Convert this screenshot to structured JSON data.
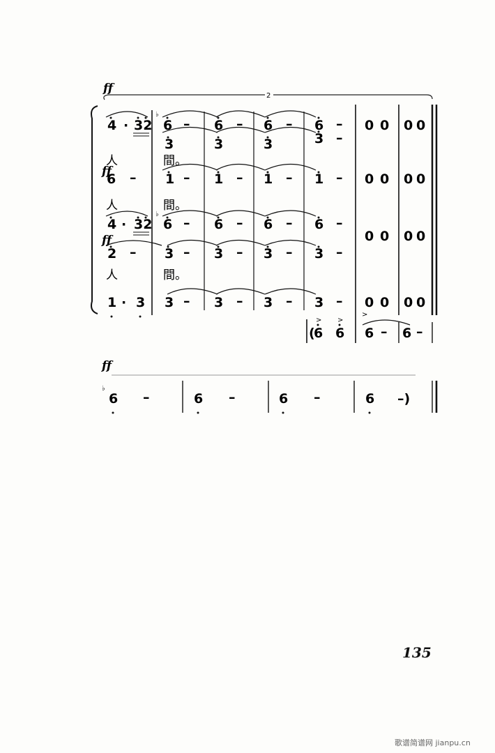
{
  "dynamics": {
    "ff": "ff",
    "repeat_count": "2"
  },
  "lyrics": {
    "ren": "人",
    "jian": "間。"
  },
  "accidental": {
    "flat": "♭",
    "accent": ">"
  },
  "group_label": "(",
  "systems": [
    {
      "name": "system-1",
      "rows": [
        {
          "name": "part-1-top",
          "notes": [
            "4",
            "·",
            "32",
            "6",
            "–",
            "6",
            "–",
            "6",
            "–",
            "6",
            "–",
            "0",
            "0",
            "0",
            "0"
          ]
        },
        {
          "name": "part-1-lower",
          "notes": [
            "3",
            "3",
            "3",
            "3",
            "–"
          ]
        },
        {
          "name": "part-2",
          "notes": [
            "6",
            "–",
            "1",
            "–",
            "1",
            "–",
            "1",
            "–",
            "1",
            "–",
            "0",
            "0",
            "0",
            "0"
          ]
        },
        {
          "name": "part-3-top",
          "notes": [
            "4",
            "·",
            "32",
            "6",
            "–",
            "6",
            "–",
            "6",
            "–",
            "6",
            "–"
          ]
        },
        {
          "name": "part-3-lower",
          "notes": [
            "2",
            "–",
            "3",
            "–",
            "3",
            "–",
            "3",
            "–",
            "3",
            "–",
            "0",
            "0",
            "0",
            "0"
          ]
        },
        {
          "name": "part-4",
          "notes": [
            "1",
            "·",
            "3",
            "3",
            "–",
            "3",
            "–",
            "3",
            "–",
            "3",
            "–",
            "0",
            "0",
            "0",
            "0"
          ]
        },
        {
          "name": "accompaniment",
          "notes": [
            "(",
            "6",
            "6",
            "6",
            "–",
            "6",
            "–"
          ]
        }
      ]
    },
    {
      "name": "system-2",
      "rows": [
        {
          "name": "final-line",
          "notes": [
            "6",
            "–",
            "6",
            "–",
            "6",
            "–",
            "6",
            "–)"
          ]
        }
      ]
    }
  ],
  "page_number": "135",
  "watermark": "歌谱简谱网 jianpu.cn"
}
